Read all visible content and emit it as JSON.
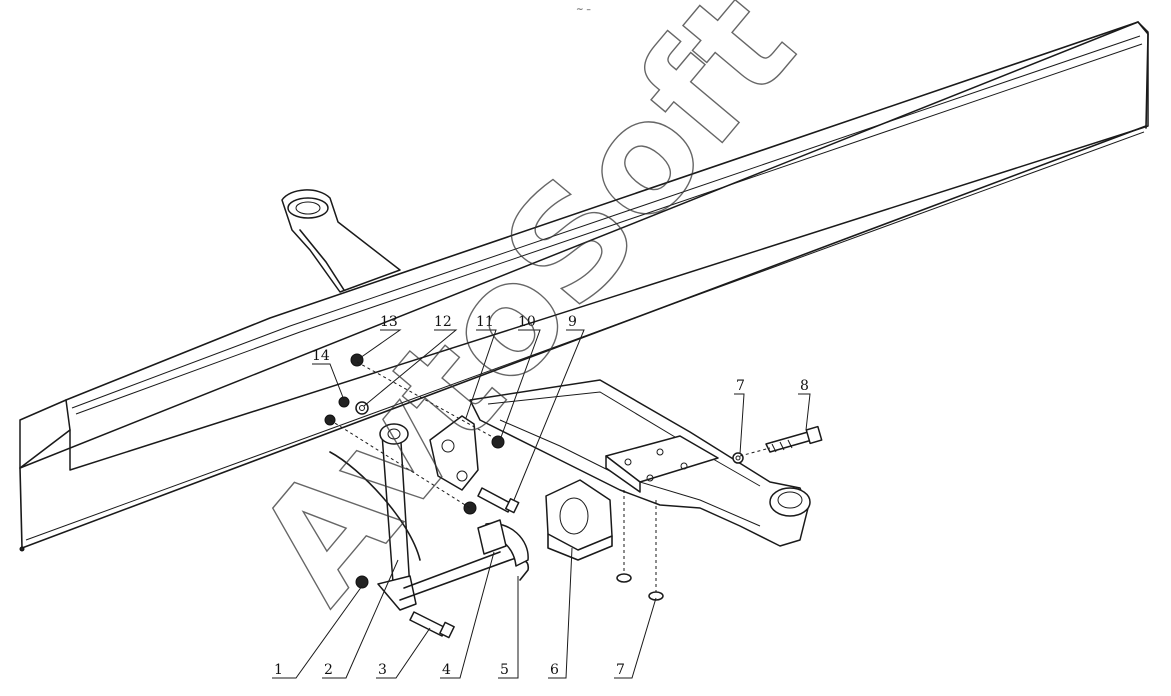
{
  "diagram": {
    "watermark": "AvtoSoft",
    "top_mark": "~ –",
    "callouts": [
      {
        "id": "1",
        "label": "1"
      },
      {
        "id": "2",
        "label": "2"
      },
      {
        "id": "3",
        "label": "3"
      },
      {
        "id": "4",
        "label": "4"
      },
      {
        "id": "5",
        "label": "5"
      },
      {
        "id": "6",
        "label": "6"
      },
      {
        "id": "7a",
        "label": "7"
      },
      {
        "id": "7b",
        "label": "7"
      },
      {
        "id": "8",
        "label": "8"
      },
      {
        "id": "9",
        "label": "9"
      },
      {
        "id": "10",
        "label": "10"
      },
      {
        "id": "11",
        "label": "11"
      },
      {
        "id": "12",
        "label": "12"
      },
      {
        "id": "13",
        "label": "13"
      },
      {
        "id": "14",
        "label": "14"
      }
    ]
  }
}
